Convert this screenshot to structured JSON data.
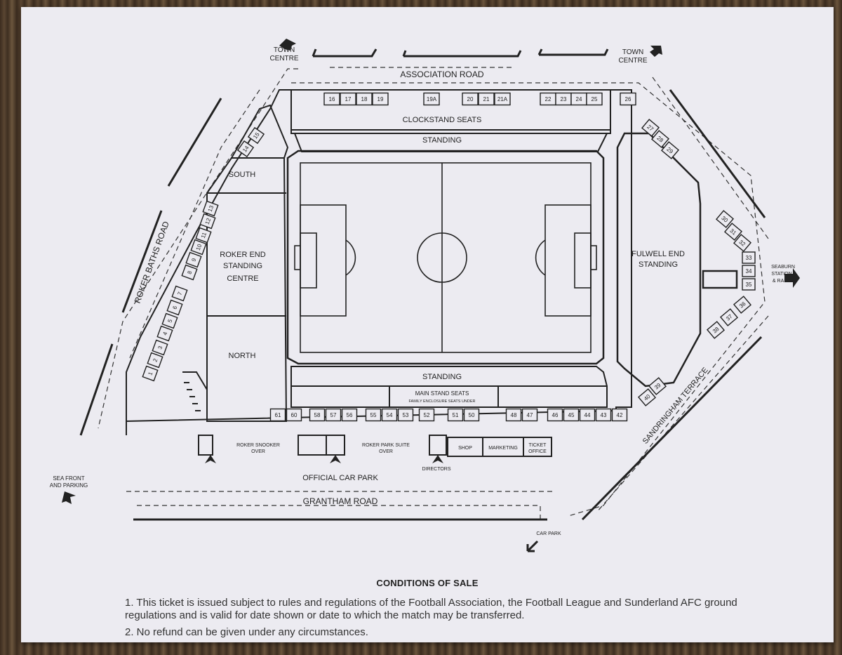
{
  "roads": {
    "association": "ASSOCIATION ROAD",
    "roker_baths": "ROKER BATHS ROAD",
    "grantham": "GRANTHAM ROAD",
    "sandringham": "SANDRINGHAM TERRACE"
  },
  "directions": {
    "town_centre_left": [
      "TOWN",
      "CENTRE"
    ],
    "town_centre_right": [
      "TOWN",
      "CENTRE"
    ],
    "sea_front": [
      "SEA FRONT",
      "AND PARKING"
    ],
    "seaburn": [
      "SEABURN",
      "STATION",
      "& RAIL"
    ],
    "car_park": "CAR PARK"
  },
  "stands": {
    "clockstand": "CLOCKSTAND SEATS",
    "standing_north": "STANDING",
    "standing_south": "STANDING",
    "south": "SOUTH",
    "north": "NORTH",
    "roker_end": [
      "ROKER END",
      "STANDING",
      "CENTRE"
    ],
    "fulwell_end": [
      "FULWELL END",
      "STANDING"
    ],
    "main_stand": "MAIN STAND SEATS",
    "main_stand_sub": "FAMILY ENCLOSURE SEATS UNDER"
  },
  "buildings": {
    "roker_snooker": [
      "ROKER SNOOKER",
      "OVER"
    ],
    "roker_park_suite": [
      "ROKER PARK SUITE",
      "OVER"
    ],
    "shop": "SHOP",
    "marketing": "MARKETING",
    "ticket_office": [
      "TICKET",
      "OFFICE"
    ],
    "directors": "DIRECTORS",
    "official_car_park": "OFFICIAL CAR PARK"
  },
  "gates": {
    "top": [
      "16",
      "17",
      "18",
      "19",
      "19A",
      "20",
      "21",
      "21A",
      "22",
      "23",
      "24",
      "25",
      "26"
    ],
    "top_right": [
      "27",
      "28",
      "29"
    ],
    "right": [
      "30",
      "31",
      "32",
      "33",
      "34",
      "35",
      "36",
      "37",
      "38"
    ],
    "bottom_right": [
      "39",
      "40"
    ],
    "bottom": [
      "61",
      "60",
      "58",
      "57",
      "56",
      "55",
      "54",
      "53",
      "52",
      "51",
      "50",
      "48",
      "47",
      "46",
      "45",
      "44",
      "43",
      "42"
    ],
    "left_top": [
      "15",
      "14"
    ],
    "left": [
      "13",
      "12",
      "11",
      "10",
      "9",
      "8",
      "7",
      "6",
      "5",
      "4",
      "3",
      "2",
      "1"
    ]
  },
  "conditions": {
    "title": "CONDITIONS OF SALE",
    "items": [
      "1.  This ticket is issued subject to rules and regulations of the Football Association, the Football League and Sunderland AFC ground regulations and is valid for date shown or date to which the match may be transferred.",
      "2.  No refund can be given under any circumstances."
    ]
  }
}
